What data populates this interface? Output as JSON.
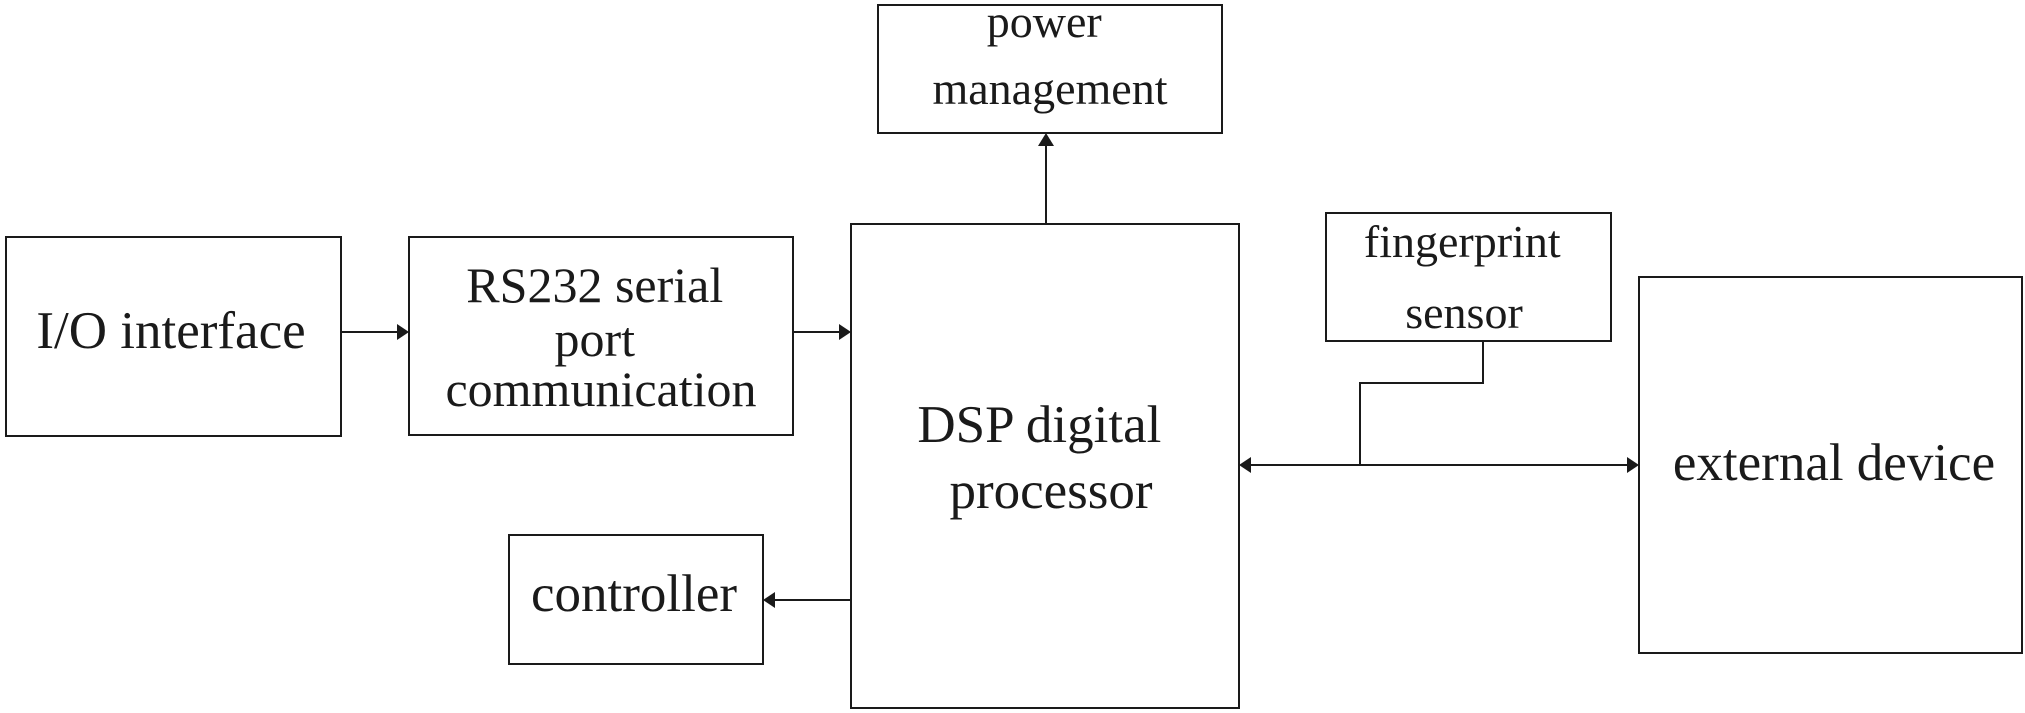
{
  "diagram": {
    "nodes": {
      "power_management": {
        "lines": [
          "power",
          "management"
        ]
      },
      "io_interface": {
        "lines": [
          "I/O interface"
        ]
      },
      "rs232": {
        "lines": [
          "RS232 serial",
          "port",
          "communication"
        ]
      },
      "dsp": {
        "lines": [
          "DSP digital",
          "processor"
        ]
      },
      "fingerprint": {
        "lines": [
          "fingerprint",
          "sensor"
        ]
      },
      "external_device": {
        "lines": [
          "external device"
        ]
      },
      "controller": {
        "lines": [
          "controller"
        ]
      }
    }
  }
}
